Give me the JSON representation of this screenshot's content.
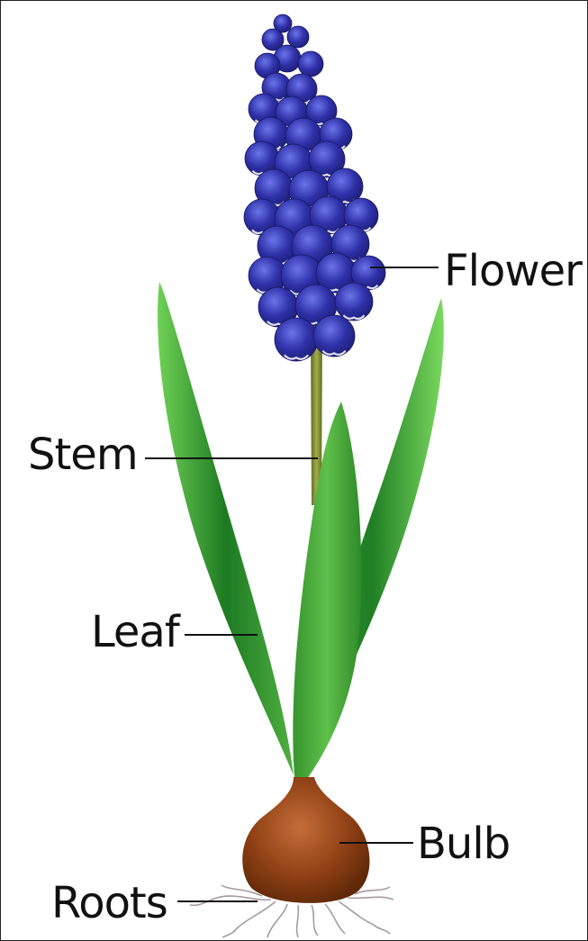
{
  "diagram": {
    "labels": {
      "flower": "Flower",
      "stem": "Stem",
      "leaf": "Leaf",
      "bulb": "Bulb",
      "roots": "Roots"
    },
    "colors": {
      "petal": "#2e2fa6",
      "petal_highlight": "#5a63e0",
      "petal_rim": "#ffffff",
      "stem": "#7c8a2e",
      "leaf_dark": "#1f7a24",
      "leaf_light": "#6ccf52",
      "bulb": "#8a3d12",
      "bulb_highlight": "#c06a36",
      "roots": "#a89aa0",
      "leader_line": "#111111"
    }
  }
}
